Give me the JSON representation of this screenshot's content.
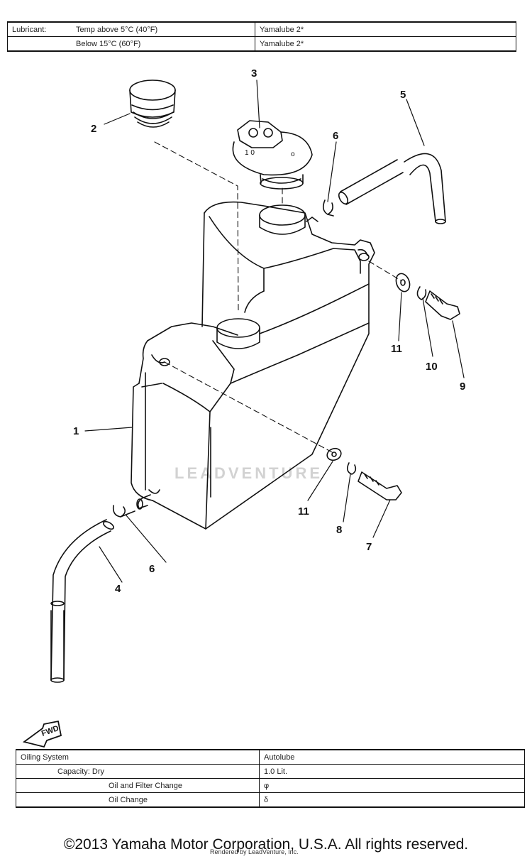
{
  "lubricant_table": {
    "label": "Lubricant:",
    "rows": [
      {
        "condition": "Temp above 5°C (40°F)",
        "value": "Yamalube 2*"
      },
      {
        "condition": "Below 15°C (60°F)",
        "value": "Yamalube 2*"
      }
    ]
  },
  "callouts": {
    "c1": "1",
    "c2": "2",
    "c3": "3",
    "c4": "4",
    "c5": "5",
    "c6a": "6",
    "c6b": "6",
    "c7": "7",
    "c8": "8",
    "c9": "9",
    "c10": "10",
    "c11a": "11",
    "c11b": "11"
  },
  "fwd_label": "FWD",
  "watermark": "LEADVENTURE",
  "oiling_table": {
    "rows": [
      {
        "label": "Oiling System",
        "value": "Autolube"
      },
      {
        "label": "Capacity:   Dry",
        "value": "1.0 Lit."
      },
      {
        "label": "Oil and Filter Change",
        "value": "φ"
      },
      {
        "label": "Oil Change",
        "value": "δ"
      }
    ]
  },
  "copyright": "©2013 Yamaha Motor Corporation, U.S.A. All rights reserved.",
  "rendered_by": "Rendered by LeadVenture, Inc."
}
